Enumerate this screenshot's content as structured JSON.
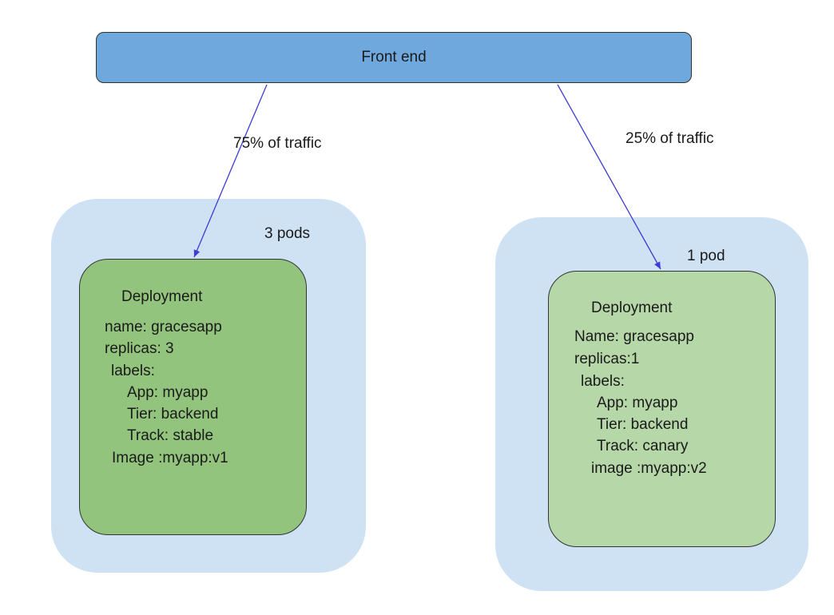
{
  "frontend": {
    "label": "Front end"
  },
  "arrows": {
    "left_label": "75% of traffic",
    "right_label": "25% of traffic",
    "color": "#3c3cd6"
  },
  "left_group": {
    "pods_label": "3 pods",
    "deployment": {
      "title": "Deployment",
      "name_line": "name: gracesapp",
      "replicas_line": "replicas: 3",
      "labels_line": "labels:",
      "app_line": "App: myapp",
      "tier_line": "Tier: backend",
      "track_line": "Track: stable",
      "image_line": "Image :myapp:v1"
    }
  },
  "right_group": {
    "pods_label": "1 pod",
    "deployment": {
      "title": "Deployment",
      "name_line": "Name: gracesapp",
      "replicas_line": "replicas:1",
      "labels_line": "labels:",
      "app_line": "App: myapp",
      "tier_line": "Tier: backend",
      "track_line": "Track: canary",
      "image_line": "image :myapp:v2"
    }
  },
  "colors": {
    "frontend_fill": "#6fa8dc",
    "pods_background": "#cfe2f3",
    "stable_deployment_fill": "#93c47d",
    "canary_deployment_fill": "#b6d7a8"
  }
}
